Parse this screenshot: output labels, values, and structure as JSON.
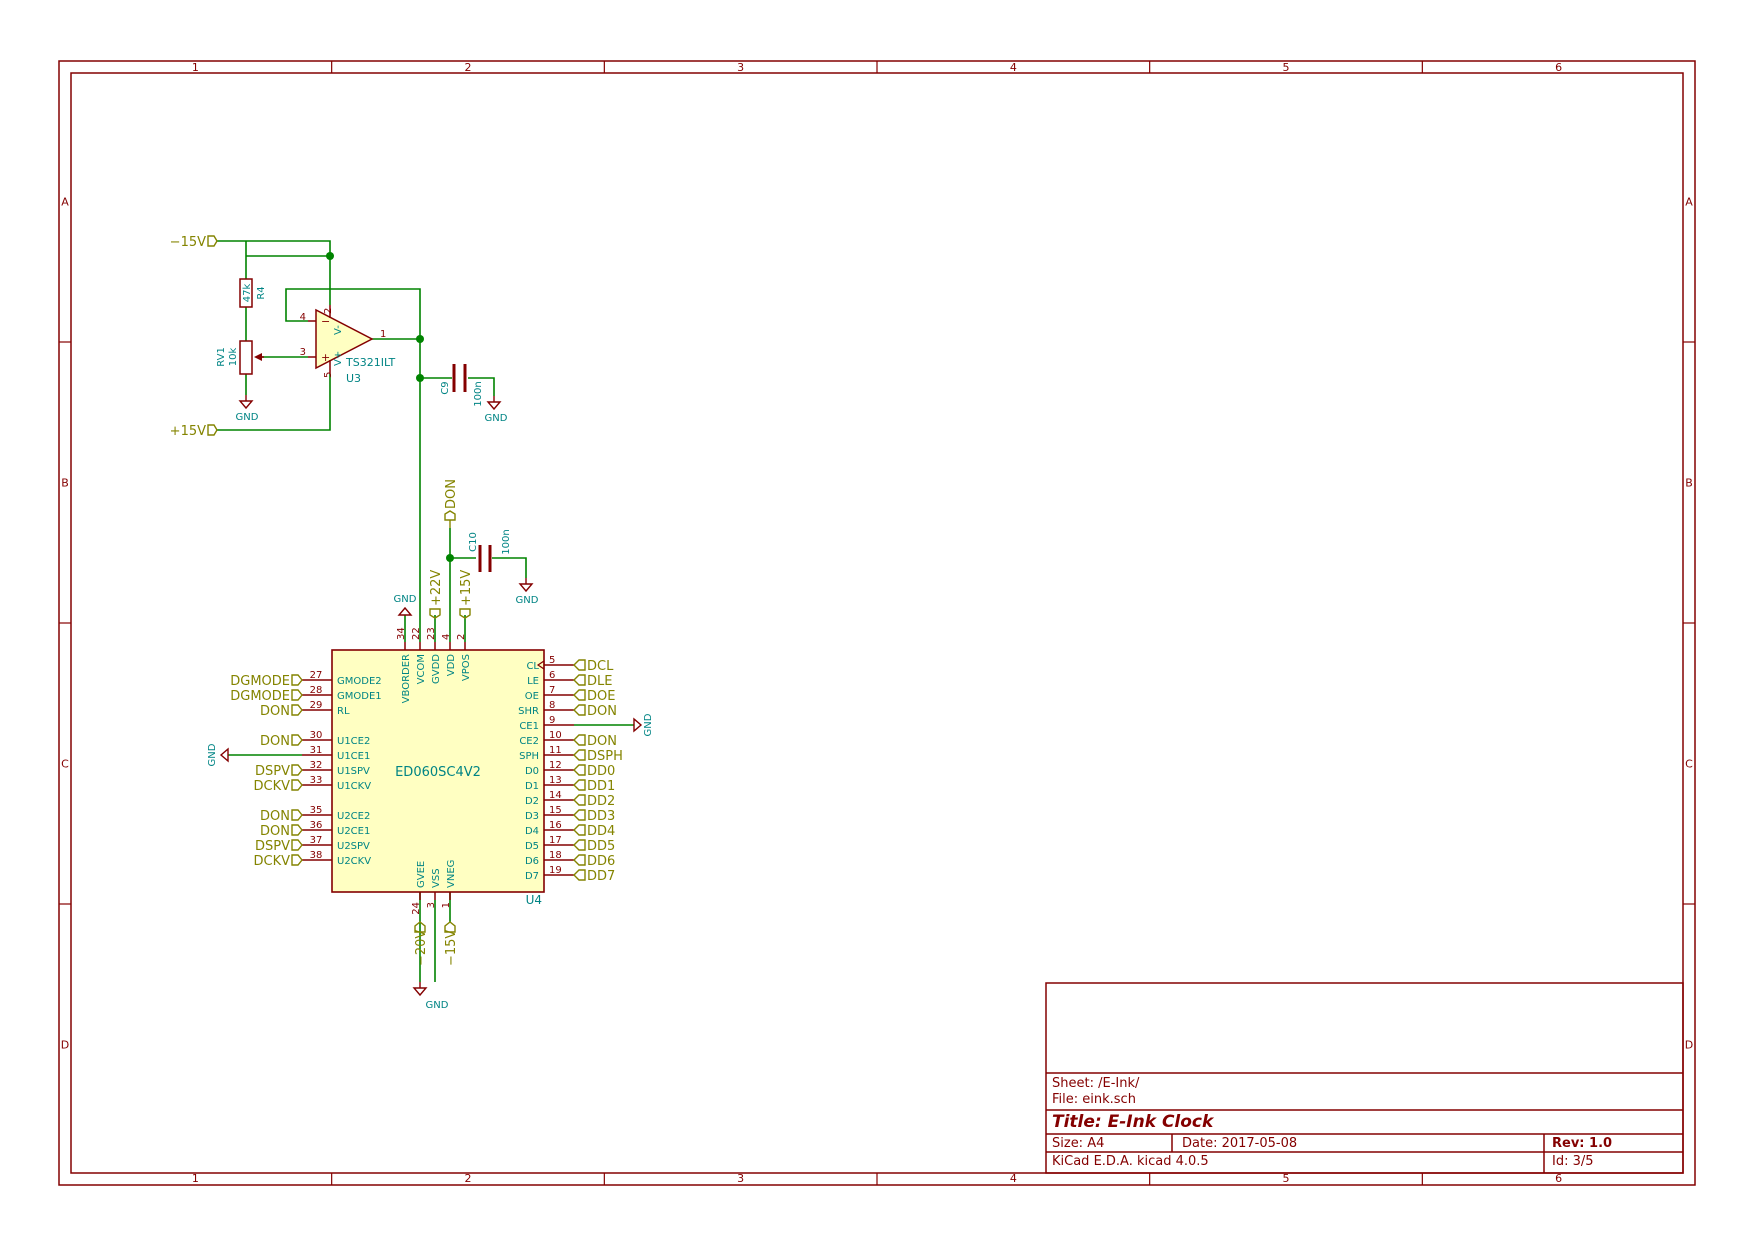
{
  "frame": {
    "columns": [
      "1",
      "2",
      "3",
      "4",
      "5",
      "6"
    ],
    "rows": [
      "A",
      "B",
      "C",
      "D"
    ],
    "colors": {
      "frame": "#840000",
      "wire": "#008400",
      "symbol": "#840000",
      "body": "#ffffc2",
      "pin_text": "#008484",
      "label": "#848400"
    }
  },
  "title_block": {
    "sheet": "Sheet: /E-Ink/",
    "file": "File: eink.sch",
    "title": "Title: E-Ink Clock",
    "size": "Size: A4",
    "date": "Date: 2017-05-08",
    "rev": "Rev: 1.0",
    "tool": "KiCad E.D.A.  kicad 4.0.5",
    "id": "Id: 3/5"
  },
  "power_labels": {
    "neg15_top": "−15V",
    "pos15_left": "+15V",
    "pos22": "+22V",
    "pos15_top": "+15V",
    "neg20": "−20V",
    "neg15_bottom": "−15V",
    "don_top": "DON",
    "gnd": "GND"
  },
  "components": {
    "r4": {
      "ref": "R4",
      "value": "47k"
    },
    "rv1": {
      "ref": "RV1",
      "value": "10k"
    },
    "u3": {
      "ref": "U3",
      "value": "TS321ILT",
      "pins": {
        "p1": "1",
        "p2": "2",
        "p3": "3",
        "p4": "4",
        "p5": "5"
      },
      "labels": {
        "vminus": "V-",
        "vplus": "V+"
      }
    },
    "c9": {
      "ref": "C9",
      "value": "100n"
    },
    "c10": {
      "ref": "C10",
      "value": "100n"
    },
    "u4": {
      "ref": "U4",
      "value": "ED060SC4V2",
      "top_pins": [
        {
          "num": "34",
          "name": "VBORDER"
        },
        {
          "num": "22",
          "name": "VCOM"
        },
        {
          "num": "23",
          "name": "GVDD"
        },
        {
          "num": "4",
          "name": "VDD"
        },
        {
          "num": "2",
          "name": "VPOS"
        }
      ],
      "bottom_pins": [
        {
          "num": "24",
          "name": "GVEE"
        },
        {
          "num": "3",
          "name": "VSS"
        },
        {
          "num": "1",
          "name": "VNEG"
        }
      ],
      "left_pins": [
        {
          "num": "27",
          "name": "GMODE2",
          "net": "DGMODE"
        },
        {
          "num": "28",
          "name": "GMODE1",
          "net": "DGMODE"
        },
        {
          "num": "29",
          "name": "RL",
          "net": "DON"
        },
        {
          "num": "30",
          "name": "U1CE2",
          "net": "DON"
        },
        {
          "num": "31",
          "name": "U1CE1",
          "net": "GND"
        },
        {
          "num": "32",
          "name": "U1SPV",
          "net": "DSPV"
        },
        {
          "num": "33",
          "name": "U1CKV",
          "net": "DCKV"
        },
        {
          "num": "35",
          "name": "U2CE2",
          "net": "DON"
        },
        {
          "num": "36",
          "name": "U2CE1",
          "net": "DON"
        },
        {
          "num": "37",
          "name": "U2SPV",
          "net": "DSPV"
        },
        {
          "num": "38",
          "name": "U2CKV",
          "net": "DCKV"
        }
      ],
      "right_pins": [
        {
          "num": "5",
          "name": "CL",
          "net": "DCL"
        },
        {
          "num": "6",
          "name": "LE",
          "net": "DLE"
        },
        {
          "num": "7",
          "name": "OE",
          "net": "DOE"
        },
        {
          "num": "8",
          "name": "SHR",
          "net": "DON"
        },
        {
          "num": "9",
          "name": "CE1",
          "net": "GND"
        },
        {
          "num": "10",
          "name": "CE2",
          "net": "DON"
        },
        {
          "num": "11",
          "name": "SPH",
          "net": "DSPH"
        },
        {
          "num": "12",
          "name": "D0",
          "net": "DD0"
        },
        {
          "num": "13",
          "name": "D1",
          "net": "DD1"
        },
        {
          "num": "14",
          "name": "D2",
          "net": "DD2"
        },
        {
          "num": "15",
          "name": "D3",
          "net": "DD3"
        },
        {
          "num": "16",
          "name": "D4",
          "net": "DD4"
        },
        {
          "num": "17",
          "name": "D5",
          "net": "DD5"
        },
        {
          "num": "18",
          "name": "D6",
          "net": "DD6"
        },
        {
          "num": "19",
          "name": "D7",
          "net": "DD7"
        }
      ]
    }
  }
}
